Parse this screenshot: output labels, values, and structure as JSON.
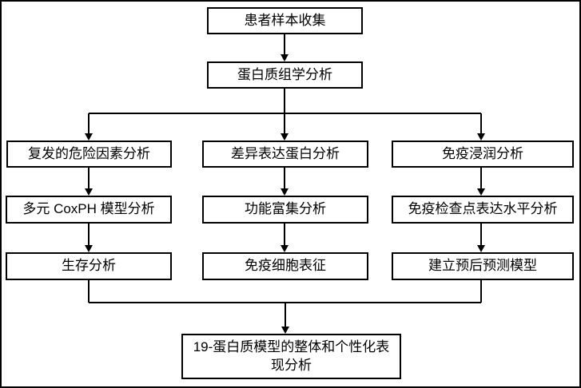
{
  "diagram": {
    "type": "flowchart",
    "nodes": [
      {
        "id": "collect",
        "label": "患者样本收集"
      },
      {
        "id": "proteomics",
        "label": "蛋白质组学分析"
      },
      {
        "id": "recurrence_risk",
        "label": "复发的危险因素分析"
      },
      {
        "id": "differential_expression",
        "label": "差异表达蛋白分析"
      },
      {
        "id": "immune_infiltration",
        "label": "免疫浸润分析"
      },
      {
        "id": "coxph_model",
        "label": "多元 CoxPH 模型分析"
      },
      {
        "id": "functional_enrichment",
        "label": "功能富集分析"
      },
      {
        "id": "immune_checkpoint",
        "label": "免疫检查点表达水平分析"
      },
      {
        "id": "survival",
        "label": "生存分析"
      },
      {
        "id": "immune_cell",
        "label": "免疫细胞表征"
      },
      {
        "id": "prognostic_model",
        "label": "建立预后预测模型"
      },
      {
        "id": "final_performance",
        "label": "19-蛋白质模型的整体和个性化表现分析"
      }
    ],
    "edges": [
      {
        "from": "collect",
        "to": "proteomics"
      },
      {
        "from": "proteomics",
        "to": "recurrence_risk"
      },
      {
        "from": "proteomics",
        "to": "differential_expression"
      },
      {
        "from": "proteomics",
        "to": "immune_infiltration"
      },
      {
        "from": "recurrence_risk",
        "to": "coxph_model"
      },
      {
        "from": "differential_expression",
        "to": "functional_enrichment"
      },
      {
        "from": "immune_infiltration",
        "to": "immune_checkpoint"
      },
      {
        "from": "coxph_model",
        "to": "survival"
      },
      {
        "from": "functional_enrichment",
        "to": "immune_cell"
      },
      {
        "from": "immune_checkpoint",
        "to": "prognostic_model"
      },
      {
        "from": "survival",
        "to": "final_performance"
      },
      {
        "from": "prognostic_model",
        "to": "final_performance"
      }
    ]
  },
  "colors": {
    "line": "#000000",
    "node_background": "#ffffff",
    "text": "#000000",
    "frame": "#000000",
    "page_background": "#ffffff"
  }
}
